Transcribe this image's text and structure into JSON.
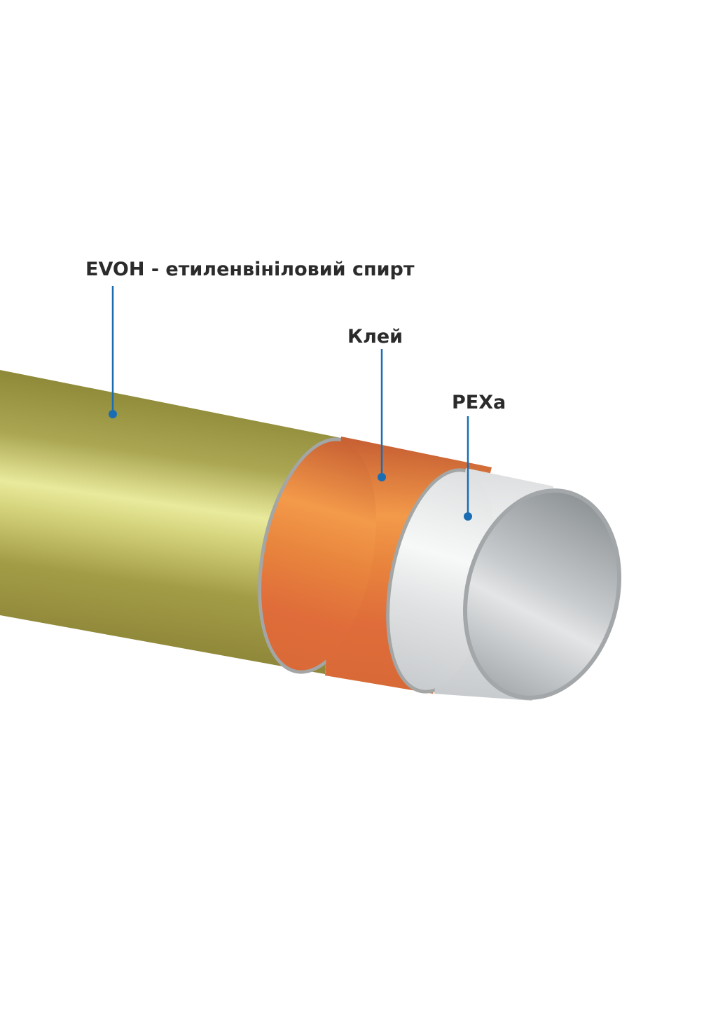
{
  "diagram": {
    "labels": {
      "evoh": "EVOH - етиленвініловий спирт",
      "glue": "Клей",
      "pexa": "PEXa"
    },
    "colors": {
      "evoh": "#a29a48",
      "glue": "#e3753a",
      "pexa": "#ecedee",
      "inner": "#b7bbbe",
      "rim": "#9ea3a4",
      "leader": "#1a6db3"
    }
  }
}
